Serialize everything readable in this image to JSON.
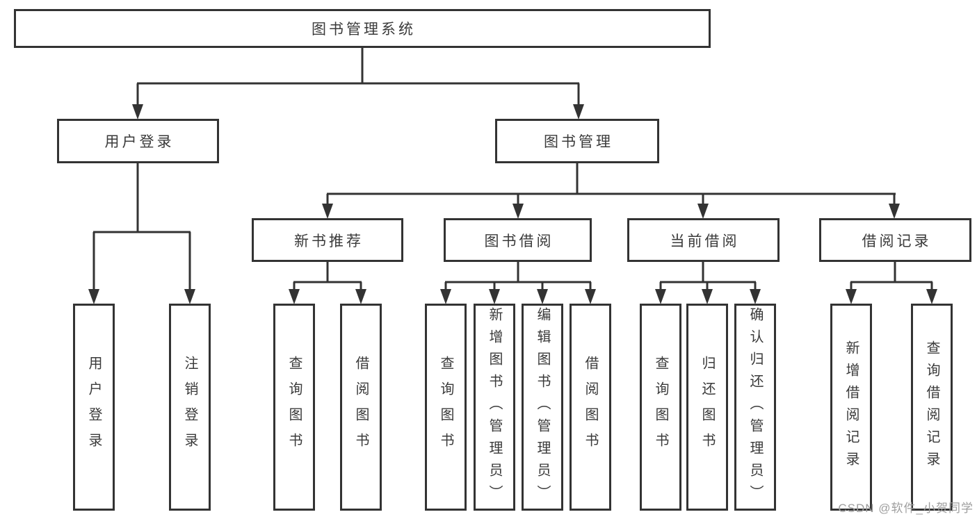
{
  "tree": {
    "root": {
      "label": "图书管理系统"
    },
    "branches": [
      {
        "label": "用户登录",
        "leaves": [
          {
            "label": "用户登录"
          },
          {
            "label": "注销登录"
          }
        ]
      },
      {
        "label": "图书管理",
        "groups": [
          {
            "label": "新书推荐",
            "leaves": [
              {
                "label": "查询图书"
              },
              {
                "label": "借阅图书"
              }
            ]
          },
          {
            "label": "图书借阅",
            "leaves": [
              {
                "label": "查询图书"
              },
              {
                "label": "新增图书（管理员）"
              },
              {
                "label": "编辑图书（管理员）"
              },
              {
                "label": "借阅图书"
              }
            ]
          },
          {
            "label": "当前借阅",
            "leaves": [
              {
                "label": "查询图书"
              },
              {
                "label": "归还图书"
              },
              {
                "label": "确认归还（管理员）"
              }
            ]
          },
          {
            "label": "借阅记录",
            "leaves": [
              {
                "label": "新增借阅记录"
              },
              {
                "label": "查询借阅记录"
              }
            ]
          }
        ]
      }
    ]
  },
  "watermark": {
    "text": "CSDN @软件_小贺同学"
  },
  "colors": {
    "line": "#333333",
    "box_border": "#333333",
    "text": "#3a3a3a",
    "background": "#ffffff",
    "watermark": "#9e9e9e"
  }
}
